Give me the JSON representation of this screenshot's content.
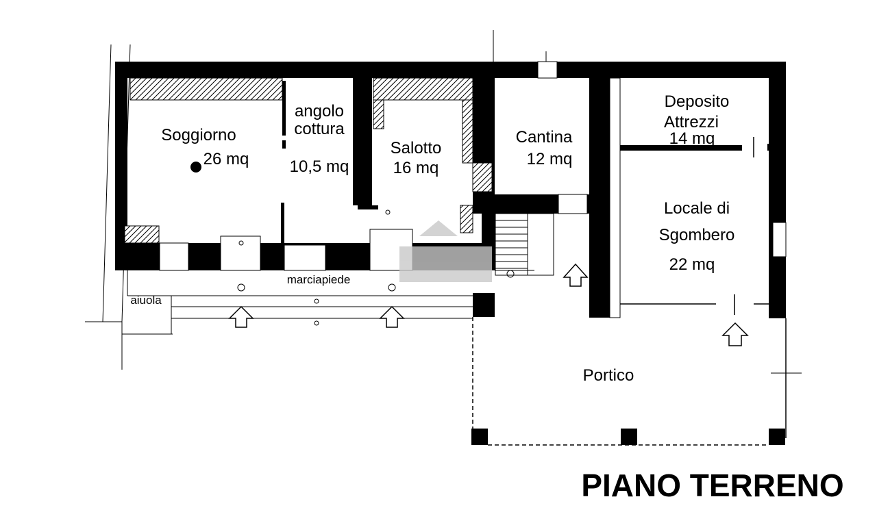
{
  "title": "PIANO TERRENO",
  "rooms": {
    "soggiorno": {
      "name": "Soggiorno",
      "area": "26 mq"
    },
    "angolo": {
      "name_line1": "angolo",
      "name_line2": "cottura",
      "area": "10,5 mq"
    },
    "salotto": {
      "name": "Salotto",
      "area": "16 mq"
    },
    "cantina": {
      "name": "Cantina",
      "area": "12 mq"
    },
    "deposito": {
      "name_line1": "Deposito",
      "name_line2": "Attrezzi",
      "area": "14 mq"
    },
    "sgombero": {
      "name_line1": "Locale di",
      "name_line2": "Sgombero",
      "area": "22 mq"
    },
    "portico": {
      "name": "Portico"
    }
  },
  "outdoor": {
    "marciapiede": "marciapiede",
    "aiuola": "aiuola"
  }
}
